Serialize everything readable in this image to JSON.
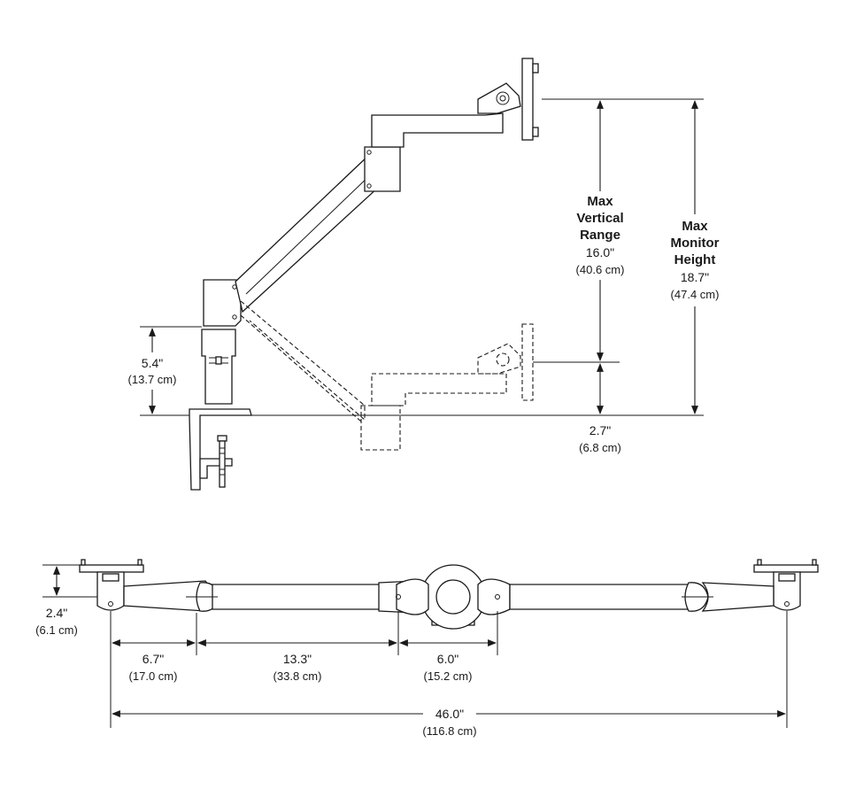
{
  "side_view": {
    "desk_clamp_height": {
      "imperial": "5.4\"",
      "metric": "(13.7 cm)"
    },
    "lower_offset": {
      "imperial": "2.7\"",
      "metric": "(6.8 cm)"
    },
    "max_vertical_range": {
      "line1": "Max",
      "line2": "Vertical",
      "line3": "Range",
      "imperial": "16.0\"",
      "metric": "(40.6 cm)"
    },
    "max_monitor_height": {
      "line1": "Max",
      "line2": "Monitor",
      "line3": "Height",
      "imperial": "18.7\"",
      "metric": "(47.4 cm)"
    }
  },
  "top_view": {
    "depth": {
      "imperial": "2.4\"",
      "metric": "(6.1 cm)"
    },
    "segment_a": {
      "imperial": "6.7\"",
      "metric": "(17.0 cm)"
    },
    "segment_b": {
      "imperial": "13.3\"",
      "metric": "(33.8 cm)"
    },
    "segment_c": {
      "imperial": "6.0\"",
      "metric": "(15.2 cm)"
    },
    "total_span": {
      "imperial": "46.0\"",
      "metric": "(116.8 cm)"
    }
  }
}
